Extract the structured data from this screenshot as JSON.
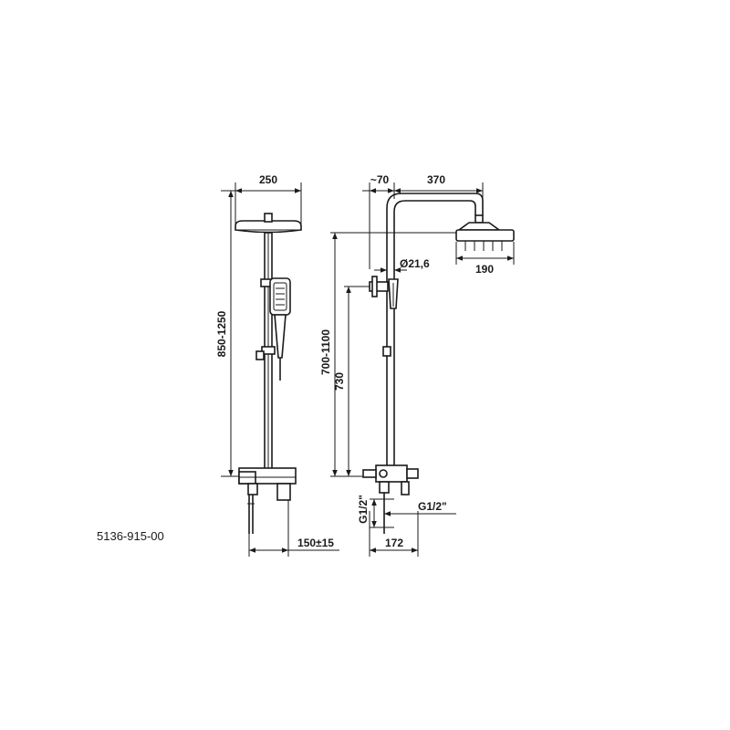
{
  "drawing": {
    "dimensions": {
      "head_width_front": "250",
      "height_total": "850-1250",
      "height_arm": "700-1100",
      "height_holder": "730",
      "offset_top": "~70",
      "arm_length": "370",
      "head_width_side": "190",
      "tube_diameter": "Ø21,6",
      "inlet_vertical": "G1/2\"",
      "inlet_horizontal": "G1/2\"",
      "spacing_front": "150±15",
      "spacing_side": "172"
    },
    "product_code": "5136-915-00"
  }
}
